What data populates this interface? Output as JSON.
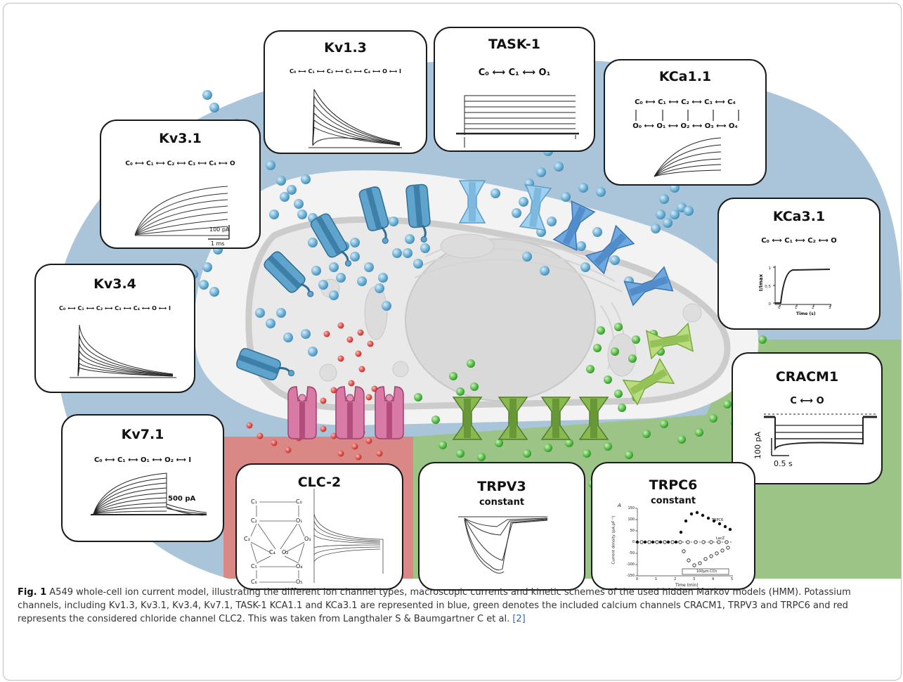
{
  "panels": {
    "kv13": {
      "title": "Kv1.3",
      "scheme": "C₀ ⟷ C₁ ⟷ C₂ ⟷ C₃ ⟷ C₄ ⟷ O ⟷ I"
    },
    "task1": {
      "title": "TASK-1",
      "scheme": "C₀ ⟷ C₁ ⟷ O₁"
    },
    "kca11": {
      "title": "KCa1.1",
      "scheme_top": "C₀ ⟷ C₁ ⟷ C₂ ⟷ C₃ ⟷ C₄",
      "scheme_bottom": "O₀ ⟷ O₁ ⟷ O₂ ⟷ O₃ ⟷ O₄"
    },
    "kv31": {
      "title": "Kv3.1",
      "scheme": "C₀ ⟷ C₁ ⟷ C₂ ⟷ C₃ ⟷ C₄ ⟷ O",
      "scale_current": "100 pA",
      "scale_time": "1 ms"
    },
    "kca31": {
      "title": "KCa3.1",
      "scheme": "C₀ ⟷ C₁ ⟷ C₂ ⟷ O",
      "ylabel": "I/Imax",
      "xlabel": "Time (s)",
      "yticks": [
        "0",
        "0.5",
        "1"
      ],
      "xticks": [
        "0",
        "1",
        "2",
        "3"
      ]
    },
    "kv34": {
      "title": "Kv3.4",
      "scheme": "C₀ ⟷ C₁ ⟷ C₂ ⟷ C₃ ⟷ C₄ ⟷ O ⟷ I"
    },
    "cracm1": {
      "title": "CRACM1",
      "scheme": "C ⟷ O",
      "scale_current": "100 pA",
      "scale_time": "0.5 s"
    },
    "kv71": {
      "title": "Kv7.1",
      "scheme": "C₀ ⟷ C₁ ⟷ O₁ ⟷ O₂ ⟷ I",
      "scale_current": "500 pA"
    },
    "clc2": {
      "title": "CLC-2",
      "states": [
        "C₁",
        "C₀",
        "C₂",
        "O₁",
        "C₃",
        "C₄",
        "O₂",
        "O₃",
        "C₅",
        "O₄",
        "C₆",
        "O₅"
      ]
    },
    "trpv3": {
      "title": "TRPV3",
      "subtitle": "constant"
    },
    "trpc6": {
      "title": "TRPC6",
      "subtitle": "constant",
      "panel_letter": "A",
      "ylabel": "Current density (pA.pF⁻¹)",
      "xlabel": "Time (min)",
      "yticks": [
        "150",
        "100",
        "50",
        "0",
        "-50",
        "-100",
        "-150"
      ],
      "xticks": [
        "0",
        "1",
        "2",
        "3",
        "4",
        "5"
      ],
      "series_top": "TRPC6",
      "series_mid": "LacZ",
      "stim": "100μm CCh"
    }
  },
  "caption": {
    "label": "Fig. 1",
    "text": " A549 whole-cell ion current model, illustrating the different ion channel types, macroscopic currents and kinetic schemes of the used hidden Markov models (HMM). Potassium channels, including Kv1.3, Kv3.1, Kv3.4, Kv7.1, TASK-1 KCA1.1 and KCa3.1 are represented in blue, green denotes the included calcium channels CRACM1, TRPV3 and TRPC6 and red represents the considered chloride channel CLC2. This was taken from Langthaler S & Baumgartner C et al. ",
    "ref": "[2]"
  },
  "colors": {
    "potassium_blue": "#5a9fc6",
    "calcium_green": "#5aa845",
    "chloride_red": "#d9413e",
    "region_blue": "#aac5d9",
    "region_green": "#9cc486",
    "region_red": "#d98886",
    "membrane_gray": "#c7c7c7"
  }
}
